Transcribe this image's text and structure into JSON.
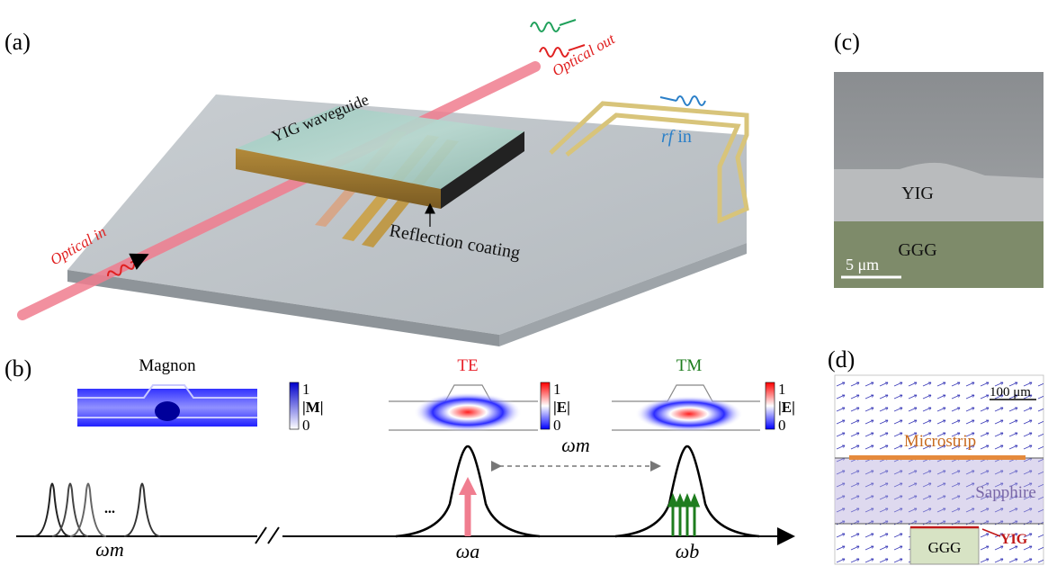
{
  "panel_labels": {
    "a": "(a)",
    "b": "(b)",
    "c": "(c)",
    "d": "(d)"
  },
  "panel_a": {
    "waveguide_label": "YIG waveguide",
    "coating_label": "Reflection coating",
    "optical_in": "Optical in",
    "optical_out": "Optical out",
    "rf_label_italic": "rf",
    "rf_label_rest": " in"
  },
  "panel_b": {
    "magnon_title": "Magnon",
    "te_title": "TE",
    "tm_title": "TM",
    "cb_magnon": {
      "top": "1",
      "bottom": "0",
      "label": "|M|"
    },
    "cb_te": {
      "top": "1",
      "bottom": "0",
      "label": "|E|"
    },
    "cb_tm": {
      "top": "1",
      "bottom": "0",
      "label": "|E|"
    },
    "gap_label": "ωm",
    "axis_labels": {
      "wm": "ωm",
      "wa": "ωa",
      "wb": "ωb"
    },
    "ellipsis": "..."
  },
  "panel_c": {
    "yig": "YIG",
    "ggg": "GGG",
    "scale": "5 μm"
  },
  "panel_d": {
    "scale": "100 μm",
    "microstrip": "Microstrip",
    "sapphire": "Sapphire",
    "yig": "YIG",
    "ggg": "GGG"
  },
  "colors": {
    "laser": "#f07d8f",
    "te_red": "#e8202a",
    "tm_green": "#1e7d1e",
    "rf_blue": "#2a7fc8",
    "ggg_green": "#7e8b6a",
    "microstrip_orange": "#e58a3c",
    "sapphire_purple": "#8a78b8"
  }
}
